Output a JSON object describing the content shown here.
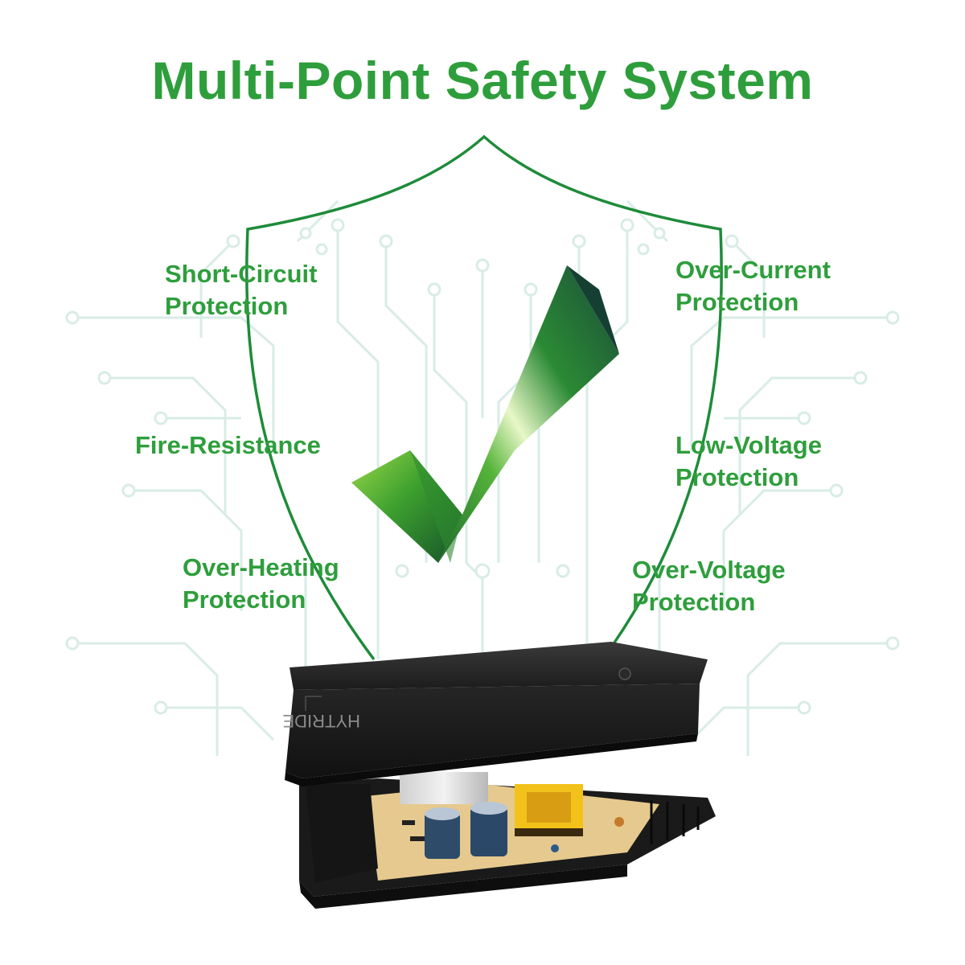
{
  "title": "Multi-Point Safety System",
  "colors": {
    "accent": "#2e9e3c",
    "shield": "#1e8b3a",
    "circuit": "#d7ebe6",
    "check_light": "#8fd34a",
    "check_dark": "#175a2a",
    "case": "#1f1f1f",
    "board": "#e8c98a"
  },
  "features_left": [
    {
      "line1": "Short-Circuit",
      "line2": "Protection"
    },
    {
      "line1": "Fire-Resistance",
      "line2": ""
    },
    {
      "line1": "Over-Heating",
      "line2": "Protection"
    }
  ],
  "features_right": [
    {
      "line1": "Over-Current",
      "line2": "Protection"
    },
    {
      "line1": "Low-Voltage",
      "line2": "Protection"
    },
    {
      "line1": "Over-Voltage",
      "line2": "Protection"
    }
  ],
  "product": {
    "brand_mark": "HYTRIDE",
    "icons": [
      "shield-outline-icon",
      "checkmark-icon",
      "circuit-background",
      "charger-device"
    ]
  }
}
